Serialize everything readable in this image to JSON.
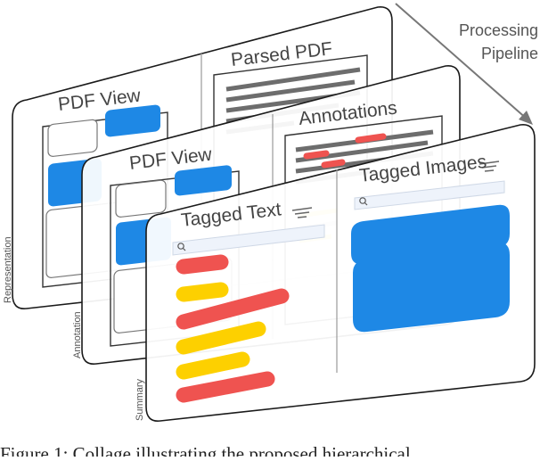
{
  "pipeline": {
    "line1": "Processing",
    "line2": "Pipeline"
  },
  "panels": {
    "representation": {
      "side_label": "Representation",
      "left_title": "PDF View",
      "right_title": "Parsed PDF"
    },
    "annotation": {
      "side_label": "Annotation",
      "left_title": "PDF View",
      "right_title": "Annotations"
    },
    "summary": {
      "side_label": "Summary",
      "left_title": "Tagged Text",
      "right_title": "Tagged Images"
    }
  },
  "colors": {
    "blue": "#1e88e5",
    "red": "#ef5350",
    "yellow": "#fdd000",
    "gray_line": "#6d6d6d",
    "frame": "#1a1a1a"
  },
  "icons": [
    "search-icon",
    "filter-icon",
    "arrow-icon"
  ],
  "caption": "Figure 1: Collage illustrating the proposed hierarchical"
}
